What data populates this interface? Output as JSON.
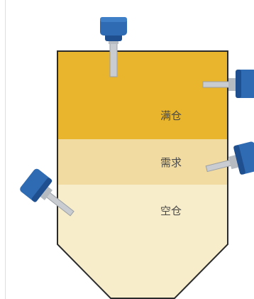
{
  "labels": {
    "full": "满仓",
    "demand": "需求",
    "empty": "空仓"
  },
  "colors": {
    "full_fill": "#e8b52c",
    "demand_fill": "#f2dba0",
    "empty_fill": "#f8edcb",
    "outline": "#2b2b2b",
    "sensor_body": "#2f6bb3",
    "sensor_dark": "#1f4f8e",
    "probe": "#c9cdd1",
    "frame": "#cfe0ee"
  },
  "sensors": [
    {
      "name": "top-level-switch-icon"
    },
    {
      "name": "full-level-switch-icon"
    },
    {
      "name": "demand-level-switch-icon"
    },
    {
      "name": "empty-level-switch-icon"
    }
  ]
}
